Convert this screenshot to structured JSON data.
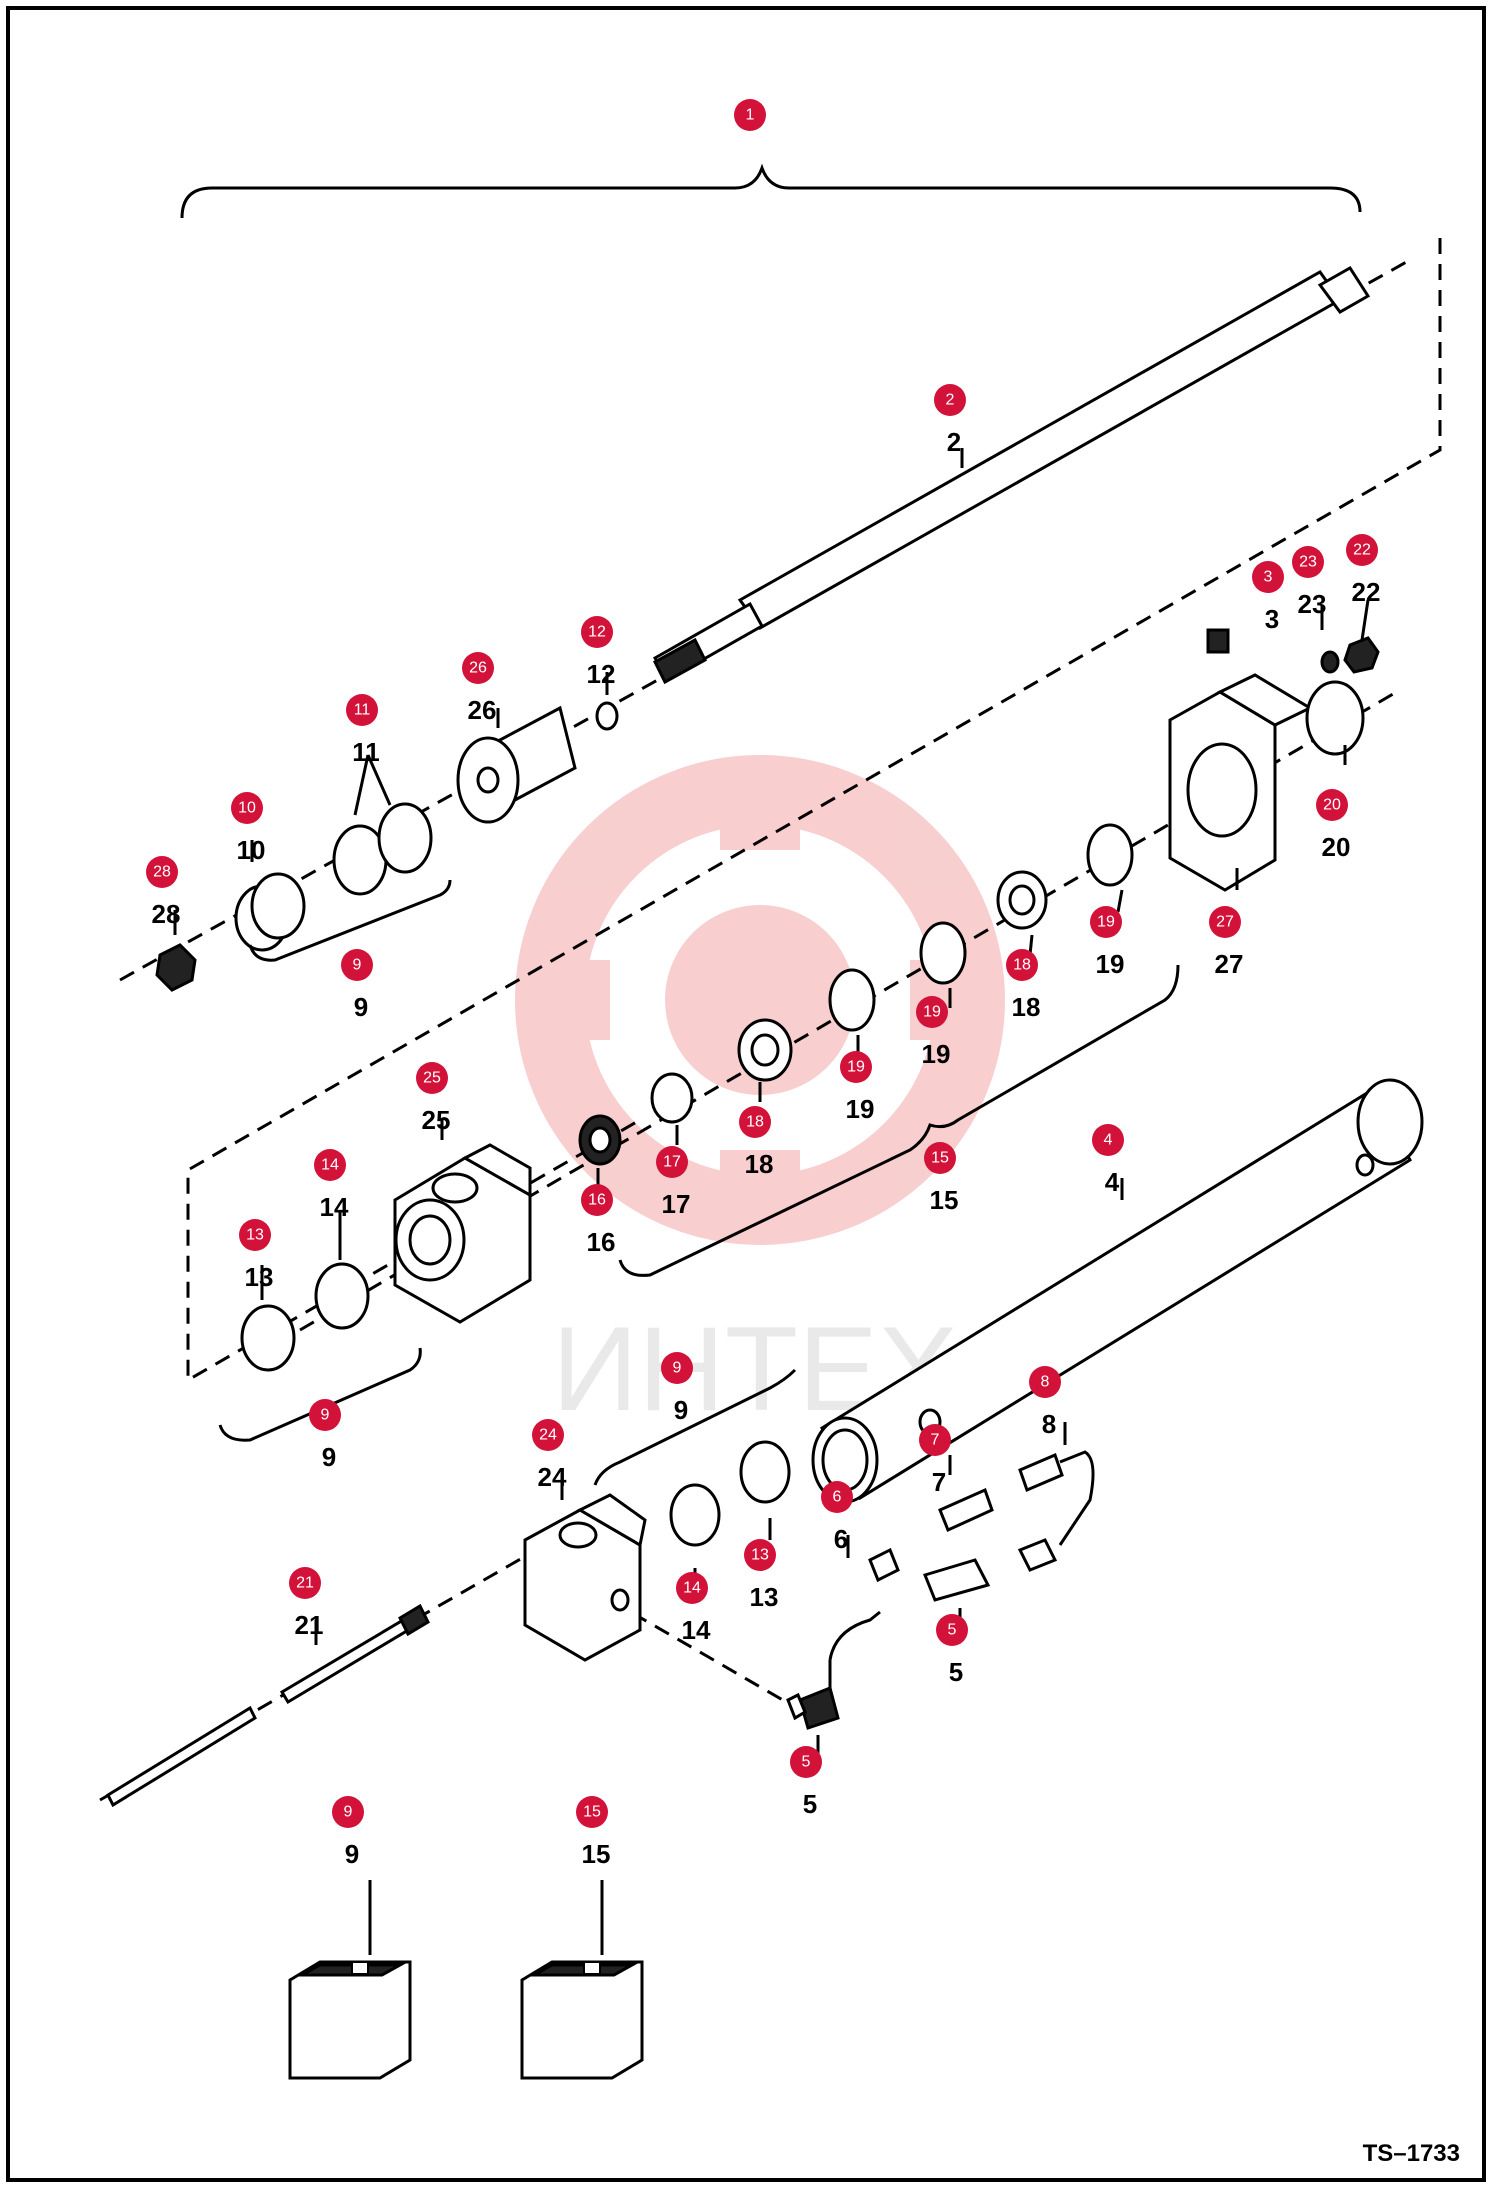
{
  "title_code": "TS–1733",
  "watermark_text": "ИНТЕХ",
  "colors": {
    "callout": "#d3123a",
    "watermark": "#f3a7a7",
    "line": "#000000"
  },
  "callouts": [
    {
      "id": "c1",
      "num": "1",
      "label": ""
    },
    {
      "id": "c2",
      "num": "2",
      "label": "2"
    },
    {
      "id": "c3",
      "num": "3",
      "label": "3"
    },
    {
      "id": "c23",
      "num": "23",
      "label": "23"
    },
    {
      "id": "c22",
      "num": "22",
      "label": "22"
    },
    {
      "id": "c12",
      "num": "12",
      "label": "12"
    },
    {
      "id": "c26",
      "num": "26",
      "label": "26"
    },
    {
      "id": "c11",
      "num": "11",
      "label": "11"
    },
    {
      "id": "c10",
      "num": "10",
      "label": "10"
    },
    {
      "id": "c28",
      "num": "28",
      "label": "28"
    },
    {
      "id": "c9a",
      "num": "9",
      "label": "9"
    },
    {
      "id": "c20",
      "num": "20",
      "label": "20"
    },
    {
      "id": "c27",
      "num": "27",
      "label": "27"
    },
    {
      "id": "c19a",
      "num": "19",
      "label": "19"
    },
    {
      "id": "c18a",
      "num": "18",
      "label": "18"
    },
    {
      "id": "c19b",
      "num": "19",
      "label": "19"
    },
    {
      "id": "c19c",
      "num": "19",
      "label": "19"
    },
    {
      "id": "c18b",
      "num": "18",
      "label": "18"
    },
    {
      "id": "c17",
      "num": "17",
      "label": "17"
    },
    {
      "id": "c16",
      "num": "16",
      "label": "16"
    },
    {
      "id": "c15a",
      "num": "15",
      "label": "15"
    },
    {
      "id": "c25",
      "num": "25",
      "label": "25"
    },
    {
      "id": "c14a",
      "num": "14",
      "label": "14"
    },
    {
      "id": "c13a",
      "num": "13",
      "label": "13"
    },
    {
      "id": "c9b",
      "num": "9",
      "label": "9"
    },
    {
      "id": "c4",
      "num": "4",
      "label": "4"
    },
    {
      "id": "c9c",
      "num": "9",
      "label": "9"
    },
    {
      "id": "c8",
      "num": "8",
      "label": "8"
    },
    {
      "id": "c7",
      "num": "7",
      "label": "7"
    },
    {
      "id": "c24",
      "num": "24",
      "label": "24"
    },
    {
      "id": "c6",
      "num": "6",
      "label": "6"
    },
    {
      "id": "c13b",
      "num": "13",
      "label": "13"
    },
    {
      "id": "c14b",
      "num": "14",
      "label": "14"
    },
    {
      "id": "c5a",
      "num": "5",
      "label": "5"
    },
    {
      "id": "c21",
      "num": "21",
      "label": "21"
    },
    {
      "id": "c5b",
      "num": "5",
      "label": "5"
    },
    {
      "id": "c9d",
      "num": "9",
      "label": "9"
    },
    {
      "id": "c15b",
      "num": "15",
      "label": "15"
    }
  ]
}
